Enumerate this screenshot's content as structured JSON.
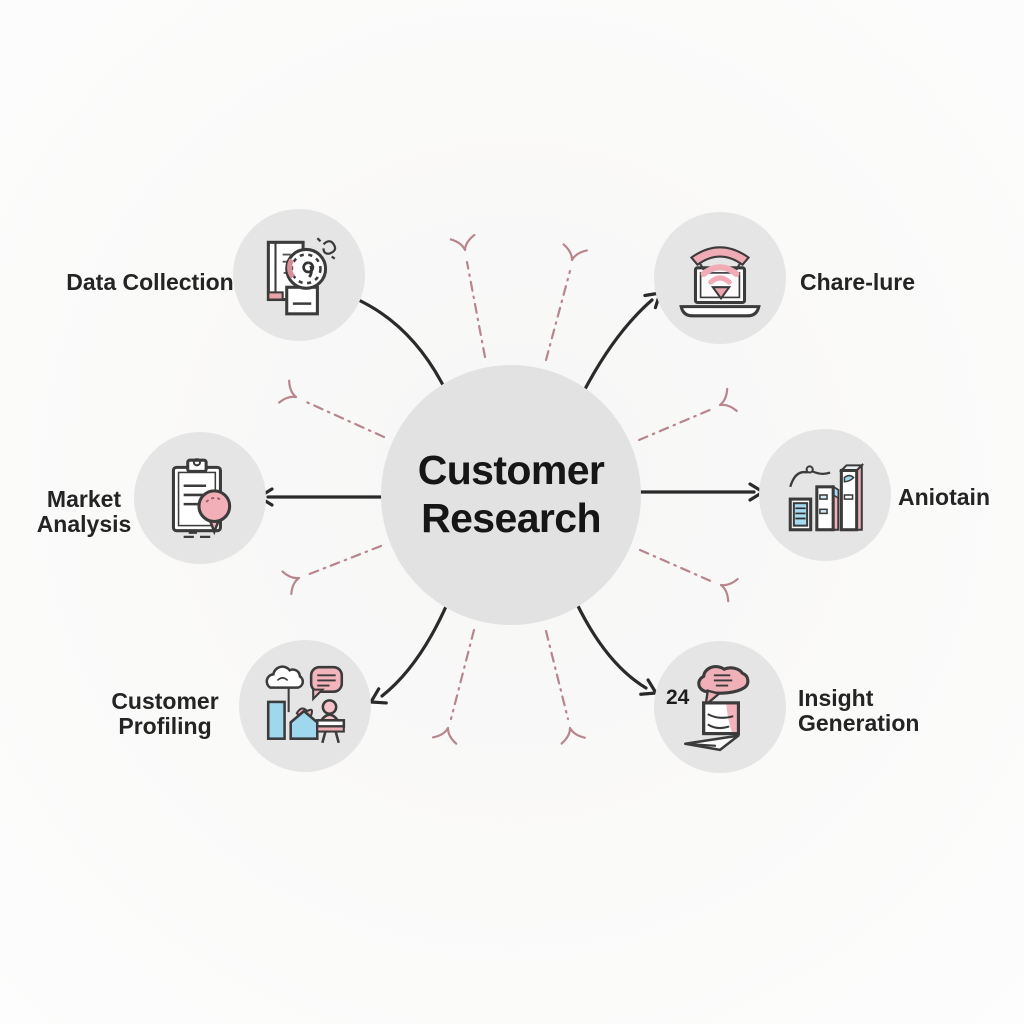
{
  "diagram": {
    "center": {
      "label": "Customer Research"
    },
    "nodes": [
      {
        "id": "data-collection",
        "label": "Data Collection",
        "icon": "document-magnifier-icon",
        "position": "top-left"
      },
      {
        "id": "chare-lure",
        "label": "Chare-lure",
        "icon": "laptop-wifi-icon",
        "position": "top-right"
      },
      {
        "id": "market-analysis",
        "label": "Market Analysis",
        "icon": "clipboard-lens-icon",
        "position": "middle-left"
      },
      {
        "id": "aniotain",
        "label": "Aniotain",
        "icon": "bar-chart-icon",
        "position": "middle-right"
      },
      {
        "id": "customer-profiling",
        "label": "Customer Profiling",
        "icon": "persona-collage-icon",
        "position": "bottom-left"
      },
      {
        "id": "insight-generation",
        "label": "Insight Generation",
        "icon": "idea-bubble-report-icon",
        "position": "bottom-right",
        "badge": "24"
      }
    ],
    "colors": {
      "background": "#fafaf9",
      "center_circle": "#e3e2e2",
      "node_circle": "#e6e5e5",
      "connector": "#2a2a2a",
      "dashed_ray": "#b9858d",
      "accent_pink": "#f2b0b8",
      "accent_pink_deep": "#d98f97",
      "accent_blue": "#a5dbf0",
      "text": "#242424"
    }
  }
}
